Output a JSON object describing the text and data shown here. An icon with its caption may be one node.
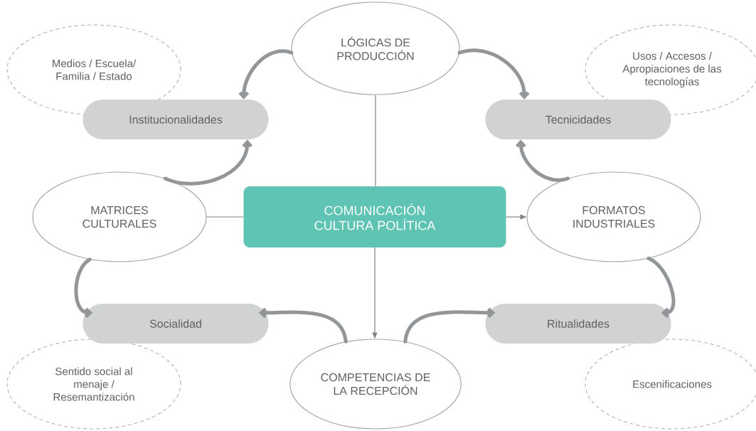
{
  "diagram": {
    "nodes": [
      {
        "text": [
          "COMUNICACIÓN CULTURA POLÍTICA"
        ]
      },
      {
        "text": [
          "LÓGICAS DE PRODUCCIÓN"
        ]
      },
      {
        "text": [
          "MATRICES CULTURALES"
        ]
      },
      {
        "text": [
          "FORMATOS INDUSTRIALES"
        ]
      },
      {
        "text": [
          "COMPETENCIAS DE LA RECEPCIÓN"
        ]
      },
      {
        "text": [
          "Institucionalidades"
        ]
      },
      {
        "text": [
          "Tecnicidades"
        ]
      },
      {
        "text": [
          "Socialidad"
        ]
      },
      {
        "text": [
          "Ritualidades"
        ]
      },
      {
        "text": [
          "Medios / Escuela/ Familia / Estado"
        ]
      },
      {
        "text": [
          "Usos / Accesos / Apropiaciones de las tecnologías"
        ]
      },
      {
        "text": [
          "Sentido social al menaje / Resemantización"
        ]
      },
      {
        "text": [
          "Escenificaciones"
        ]
      }
    ],
    "edges": [
      {
        "from": 1,
        "to": 0,
        "arrow": "none"
      },
      {
        "from": 2,
        "to": 0,
        "arrow": "none"
      },
      {
        "from": 0,
        "to": 3,
        "arrow": "to"
      },
      {
        "from": 0,
        "to": 4,
        "arrow": "to"
      },
      {
        "from": 1,
        "to": 5,
        "arrow": "to"
      },
      {
        "from": 2,
        "to": 5,
        "arrow": "to"
      },
      {
        "from": 1,
        "to": 6,
        "arrow": "to"
      },
      {
        "from": 3,
        "to": 6,
        "arrow": "to"
      },
      {
        "from": 2,
        "to": 7,
        "arrow": "to"
      },
      {
        "from": 4,
        "to": 7,
        "arrow": "to"
      },
      {
        "from": 4,
        "to": 8,
        "arrow": "to"
      },
      {
        "from": 3,
        "to": 8,
        "arrow": "to"
      }
    ]
  }
}
